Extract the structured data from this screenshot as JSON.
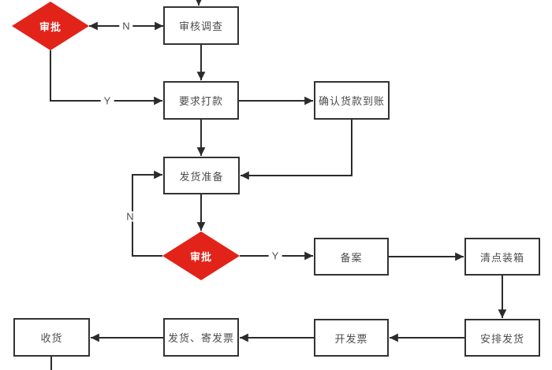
{
  "diagram": {
    "type": "flowchart",
    "language": "zh-CN",
    "colors": {
      "background": "#ffffff",
      "line": "#2b2b2b",
      "node_border": "#333333",
      "node_fill": "#ffffff",
      "node_text": "#4d4d4d",
      "decision_fill": "#e2231a",
      "decision_text": "#ffffff",
      "edge_label_text": "#4d4d4d"
    },
    "nodes": [
      {
        "id": "review-investigation",
        "label": "审核调查"
      },
      {
        "id": "request-payment",
        "label": "要求打款"
      },
      {
        "id": "confirm-payment-received",
        "label": "确认货款到账"
      },
      {
        "id": "shipping-preparation",
        "label": "发货准备"
      },
      {
        "id": "filing",
        "label": "备案"
      },
      {
        "id": "count-and-pack",
        "label": "清点装箱"
      },
      {
        "id": "arrange-shipment",
        "label": "安排发货"
      },
      {
        "id": "issue-invoice",
        "label": "开发票"
      },
      {
        "id": "ship-and-mail-invoice",
        "label": "发货、寄发票"
      },
      {
        "id": "receive-goods",
        "label": "收货"
      }
    ],
    "decisions": [
      {
        "id": "approval-1",
        "label": "审批"
      },
      {
        "id": "approval-2",
        "label": "审批"
      }
    ],
    "edge_labels": [
      {
        "id": "approval1-no",
        "text": "N"
      },
      {
        "id": "approval1-yes",
        "text": "Y"
      },
      {
        "id": "approval2-no",
        "text": "N"
      },
      {
        "id": "approval2-yes",
        "text": "Y"
      }
    ],
    "edges": [
      {
        "from": "offscreen-top",
        "to": "review-investigation",
        "label": ""
      },
      {
        "from": "review-investigation",
        "to": "approval-1",
        "label": "N",
        "style": "double-arrow"
      },
      {
        "from": "approval-1",
        "to": "request-payment",
        "label": "Y"
      },
      {
        "from": "review-investigation",
        "to": "request-payment",
        "label": ""
      },
      {
        "from": "request-payment",
        "to": "confirm-payment-received",
        "label": ""
      },
      {
        "from": "request-payment",
        "to": "shipping-preparation",
        "label": ""
      },
      {
        "from": "confirm-payment-received",
        "to": "shipping-preparation",
        "label": ""
      },
      {
        "from": "shipping-preparation",
        "to": "approval-2",
        "label": ""
      },
      {
        "from": "approval-2",
        "to": "shipping-preparation",
        "label": "N"
      },
      {
        "from": "approval-2",
        "to": "filing",
        "label": "Y"
      },
      {
        "from": "filing",
        "to": "count-and-pack",
        "label": ""
      },
      {
        "from": "count-and-pack",
        "to": "arrange-shipment",
        "label": ""
      },
      {
        "from": "arrange-shipment",
        "to": "issue-invoice",
        "label": ""
      },
      {
        "from": "issue-invoice",
        "to": "ship-and-mail-invoice",
        "label": ""
      },
      {
        "from": "ship-and-mail-invoice",
        "to": "receive-goods",
        "label": ""
      },
      {
        "from": "receive-goods",
        "to": "offscreen-bottom",
        "label": ""
      }
    ]
  }
}
